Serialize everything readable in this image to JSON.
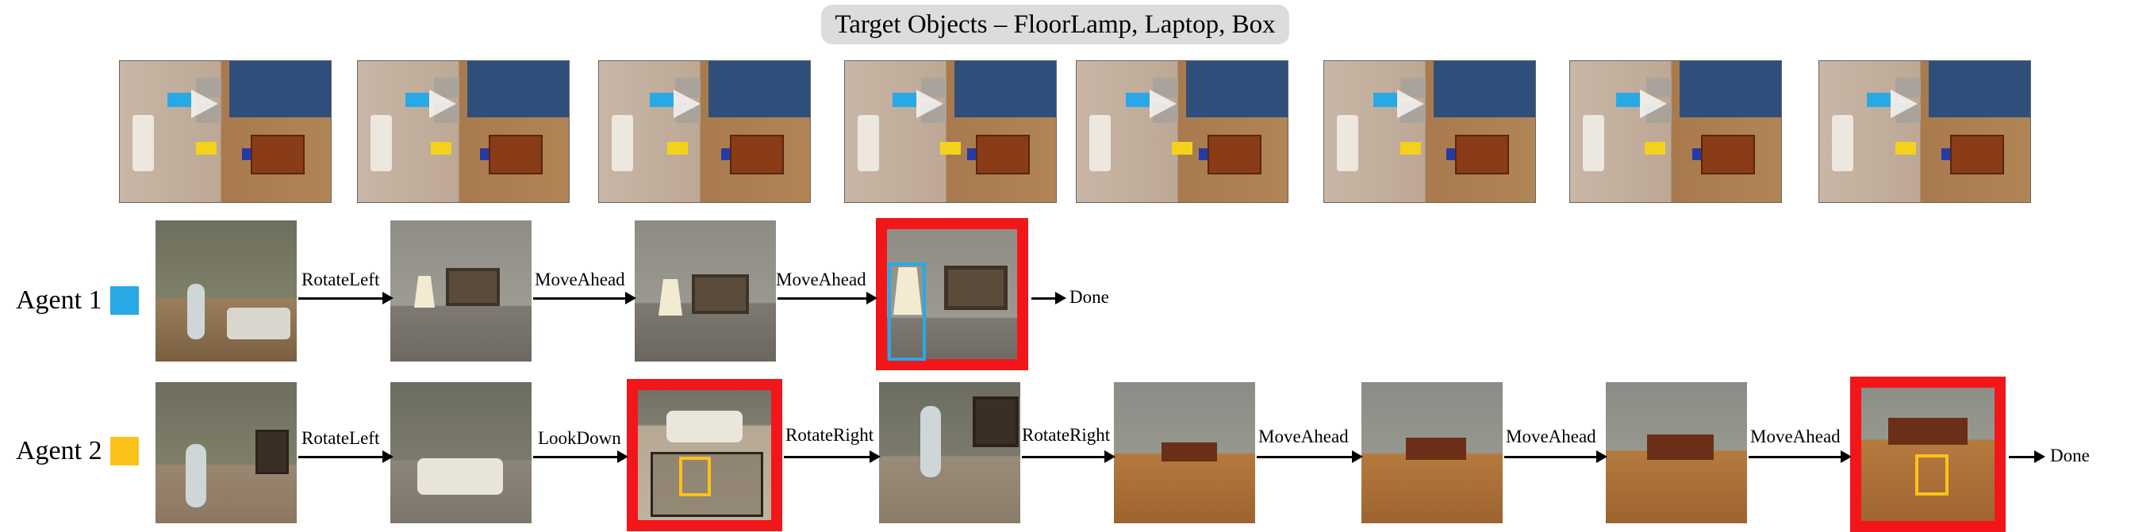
{
  "header": {
    "title": "Target Objects – FloorLamp, Laptop, Box"
  },
  "top_views": {
    "count": 8
  },
  "agents": [
    {
      "label": "Agent 1",
      "color": "#28a9e6",
      "actions": [
        "RotateLeft",
        "MoveAhead",
        "MoveAhead"
      ],
      "done": "Done"
    },
    {
      "label": "Agent 2",
      "color": "#fbc21a",
      "actions": [
        "RotateLeft",
        "LookDown",
        "RotateRight",
        "RotateRight",
        "MoveAhead",
        "MoveAhead",
        "MoveAhead"
      ],
      "done": "Done"
    }
  ],
  "colors": {
    "highlight": "#f2161a",
    "agent1": "#28a9e6",
    "agent2": "#fbc21a",
    "title_bg": "#dcdcdc"
  }
}
